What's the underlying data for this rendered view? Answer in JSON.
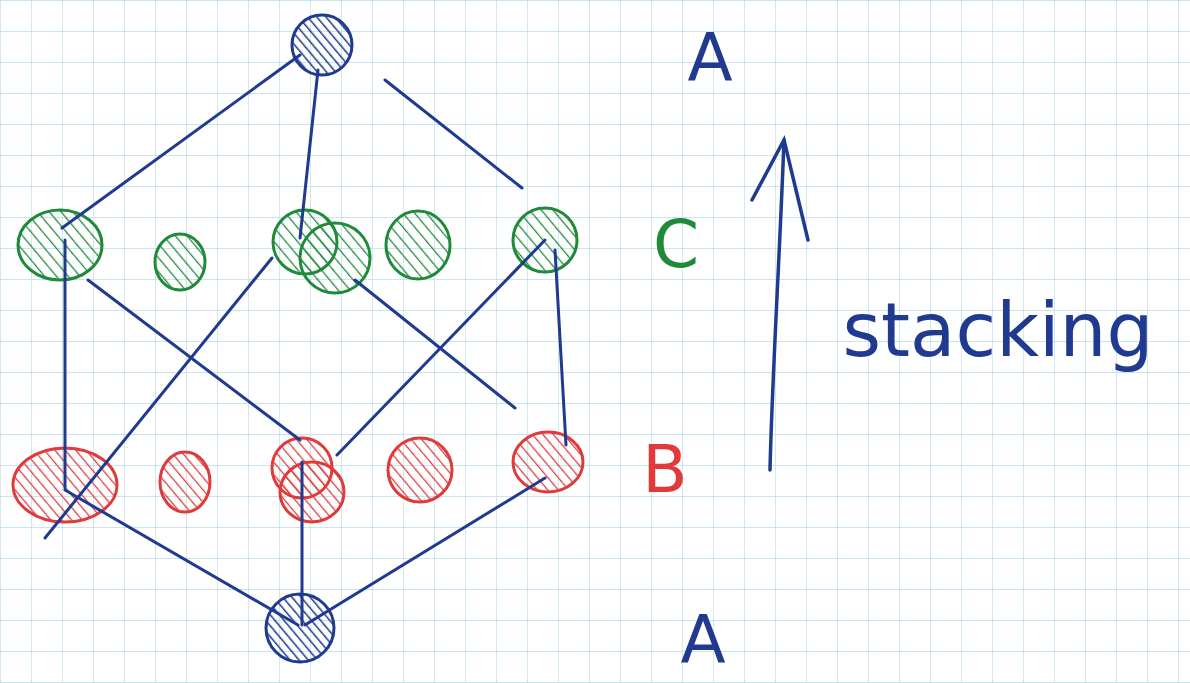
{
  "diagram": {
    "labels": [
      "A",
      "C",
      "stacking",
      "B",
      "A"
    ]
  }
}
